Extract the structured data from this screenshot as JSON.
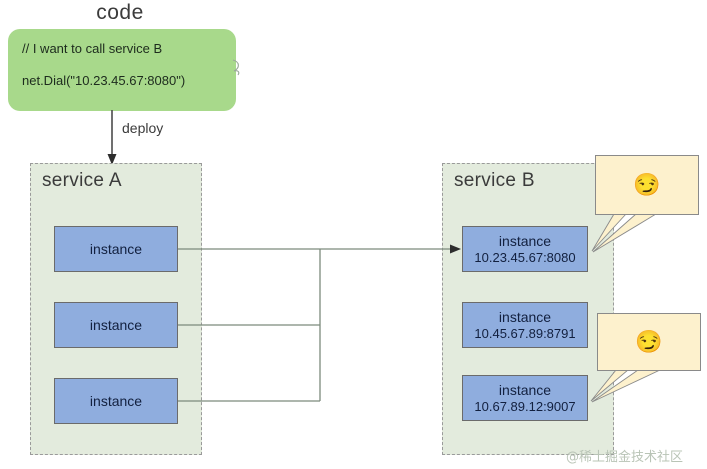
{
  "diagram": {
    "title": "code",
    "code_box": {
      "comment": "// I want to call service B",
      "call": "net.Dial(\"10.23.45.67:8080\")",
      "color": "#a8d98b"
    },
    "deploy_edge": {
      "label": "deploy"
    },
    "services": [
      {
        "id": "service-a",
        "title": "service A",
        "color": "#e3ebdd",
        "instances": [
          {
            "name": "instance",
            "address": ""
          },
          {
            "name": "instance",
            "address": ""
          },
          {
            "name": "instance",
            "address": ""
          }
        ]
      },
      {
        "id": "service-b",
        "title": "service B",
        "color": "#e3ebdd",
        "instances": [
          {
            "name": "instance",
            "address": "10.23.45.67:8080"
          },
          {
            "name": "instance",
            "address": "10.45.67.89:8791"
          },
          {
            "name": "instance",
            "address": "10.67.89.12:9007"
          }
        ]
      }
    ],
    "callouts": [
      {
        "id": "callout-1",
        "emoji": "😏",
        "color": "#fdf1cd"
      },
      {
        "id": "callout-2",
        "emoji": "😏",
        "color": "#fdf1cd"
      }
    ],
    "instance_color": "#8fadde",
    "watermark": "@稀土掘金技术社区"
  }
}
